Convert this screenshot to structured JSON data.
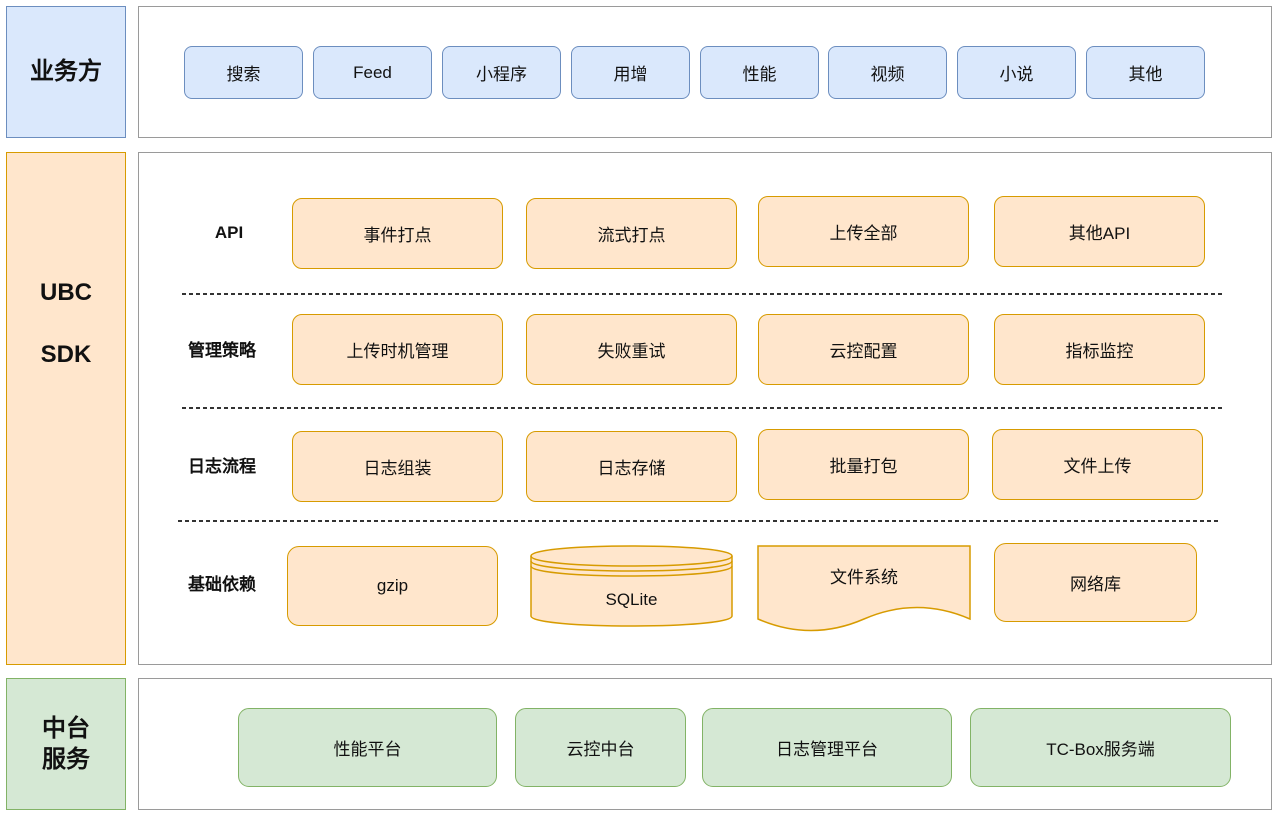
{
  "business": {
    "label": "业务方",
    "items": [
      "搜索",
      "Feed",
      "小程序",
      "用增",
      "性能",
      "视频",
      "小说",
      "其他"
    ]
  },
  "sdk": {
    "label": [
      "UBC",
      "SDK"
    ],
    "rows": [
      {
        "label": "API",
        "items": [
          "事件打点",
          "流式打点",
          "上传全部",
          "其他API"
        ]
      },
      {
        "label": "管理策略",
        "items": [
          "上传时机管理",
          "失败重试",
          "云控配置",
          "指标监控"
        ]
      },
      {
        "label": "日志流程",
        "items": [
          "日志组装",
          "日志存储",
          "批量打包",
          "文件上传"
        ]
      },
      {
        "label": "基础依赖",
        "items": [
          "gzip",
          "SQLite",
          "文件系统",
          "网络库"
        ]
      }
    ]
  },
  "platform": {
    "label": [
      "中台",
      "服务"
    ],
    "items": [
      "性能平台",
      "云控中台",
      "日志管理平台",
      "TC-Box服务端"
    ]
  },
  "colors": {
    "business_fill": "#dae8fc",
    "business_stroke": "#6c8ebf",
    "sdk_fill": "#ffe6cc",
    "sdk_stroke": "#d79b00",
    "platform_fill": "#d5e8d4",
    "platform_stroke": "#82b366",
    "panel_stroke": "#9a9a9a",
    "separator": "#333333"
  }
}
